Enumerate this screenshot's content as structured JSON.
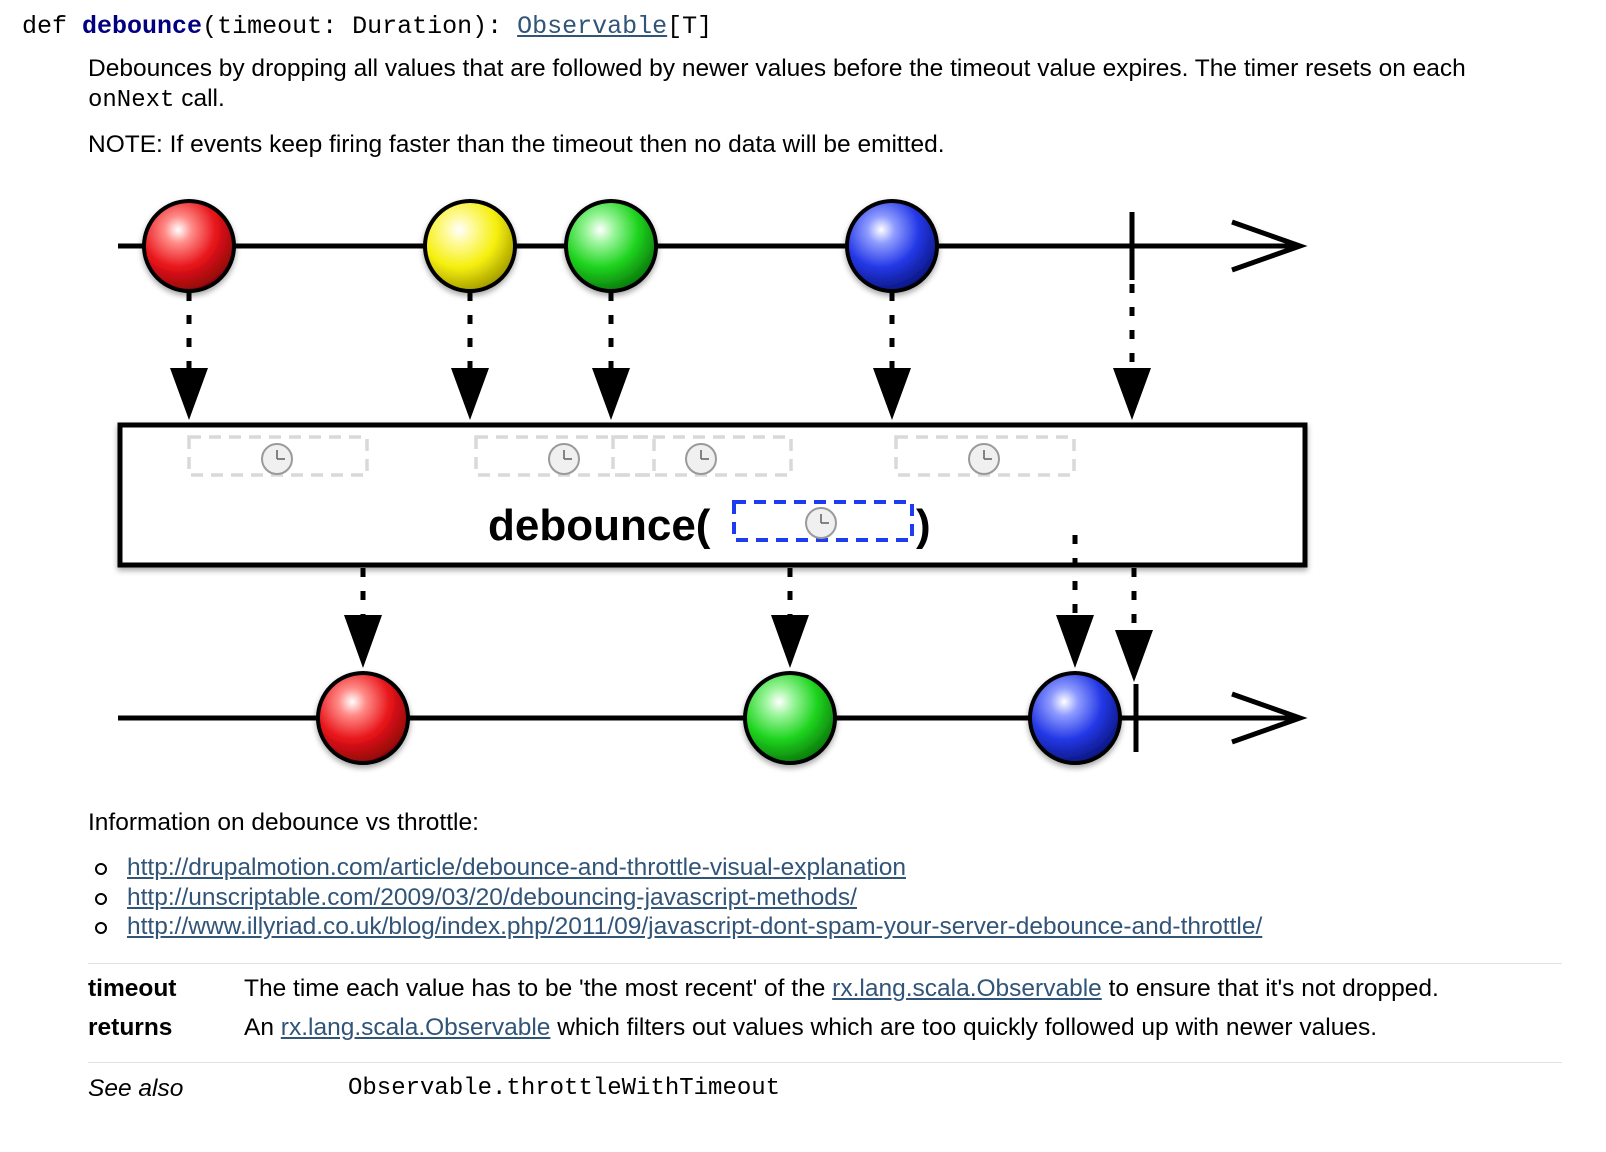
{
  "signature": {
    "keyword": "def",
    "name": "debounce",
    "params": "(timeout: Duration): ",
    "return_type": "Observable",
    "type_param": "[T]"
  },
  "description": {
    "line1_text": "Debounces by dropping all values that are followed by newer values before the timeout value expires. The timer resets on each",
    "line2_code": "onNext",
    "line2_text": " call.",
    "note": "NOTE: If events keep firing faster than the timeout then no data will be emitted."
  },
  "diagram": {
    "operator_label": "debounce(",
    "operator_close": ")",
    "colors": {
      "red": "#e8141a",
      "yellow": "#f5ef0c",
      "green": "#1fd41f",
      "blue": "#2438e6",
      "timer_box": "#1d3cf0",
      "faded_box": "#d9d9d9"
    },
    "input_marbles": [
      "red",
      "yellow",
      "green",
      "blue"
    ],
    "output_marbles": [
      "red",
      "green",
      "blue"
    ],
    "clock_icon": "clock-icon"
  },
  "info": {
    "title": "Information on debounce vs throttle:",
    "links": [
      "http://drupalmotion.com/article/debounce-and-throttle-visual-explanation",
      "http://unscriptable.com/2009/03/20/debouncing-javascript-methods/",
      "http://www.illyriad.co.uk/blog/index.php/2011/09/javascript-dont-spam-your-server-debounce-and-throttle/"
    ]
  },
  "params": {
    "timeout": {
      "name": "timeout",
      "desc_before": "The time each value has to be 'the most recent' of the ",
      "link": "rx.lang.scala.Observable",
      "desc_after": " to ensure that it's not dropped."
    },
    "returns": {
      "name": "returns",
      "desc_before": "An ",
      "link": "rx.lang.scala.Observable",
      "desc_after": " which filters out values which are too quickly followed up with newer values."
    }
  },
  "see_also": {
    "label": "See also",
    "value": "Observable.throttleWithTimeout"
  }
}
